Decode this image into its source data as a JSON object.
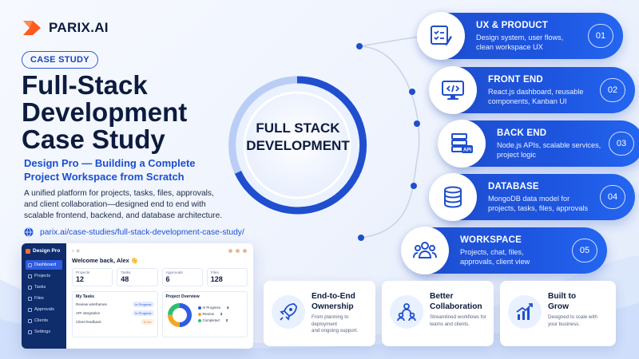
{
  "brand": {
    "name": "PARIX.AI"
  },
  "badge": "CASE STUDY",
  "headline": [
    "Full-Stack",
    "Development",
    "Case Study"
  ],
  "subheadline": [
    "Design Pro — Building a Complete",
    "Project Workspace from Scratch"
  ],
  "description": [
    "A unified platform for projects, tasks, files, approvals,",
    "and client collaboration—designed end to end with",
    "scalable frontend, backend, and database architecture."
  ],
  "link": "parix.ai/case-studies/full-stack-development-case-study/",
  "center": {
    "lines": [
      "FULL STACK",
      "DEVELOPMENT"
    ]
  },
  "cards": [
    {
      "title": "UX & PRODUCT",
      "desc": [
        "Design system, user flows,",
        "clean workspace UX"
      ],
      "num": "01",
      "icon": "ux-checklist-icon"
    },
    {
      "title": "FRONT END",
      "desc": [
        "React.js dashboard, reusable",
        "components, Kanban UI"
      ],
      "num": "02",
      "icon": "code-monitor-icon"
    },
    {
      "title": "BACK END",
      "desc": [
        "Node.js APIs, scalable services,",
        "project logic"
      ],
      "num": "03",
      "icon": "server-api-icon",
      "icon_label": "API"
    },
    {
      "title": "DATABASE",
      "desc": [
        "MongoDB data model for",
        "projects, tasks, files, approvals"
      ],
      "num": "04",
      "icon": "database-icon"
    },
    {
      "title": "WORKSPACE",
      "desc": [
        "Projects, chat, files,",
        "approvals, client view"
      ],
      "num": "05",
      "icon": "team-icon"
    }
  ],
  "features": [
    {
      "title": [
        "End-to-End",
        "Ownership"
      ],
      "desc": [
        "From planning to deployment",
        "and ongoing support."
      ],
      "icon": "rocket-icon"
    },
    {
      "title": [
        "Better",
        "Collaboration"
      ],
      "desc": [
        "Streamlined workflows for",
        "teams and clients."
      ],
      "icon": "collaboration-icon"
    },
    {
      "title": [
        "Built to",
        "Grow"
      ],
      "desc": [
        "Designed to scale with",
        "your business."
      ],
      "icon": "growth-chart-icon"
    }
  ],
  "dashboard": {
    "app_name": "Design Pro",
    "nav": [
      "Dashboard",
      "Projects",
      "Tasks",
      "Files",
      "Approvals",
      "Clients",
      "Settings"
    ],
    "welcome": "Welcome back, Alex 👋",
    "stats": [
      {
        "label": "Projects",
        "value": "12"
      },
      {
        "label": "Tasks",
        "value": "48"
      },
      {
        "label": "Approvals",
        "value": "6"
      },
      {
        "label": "Files",
        "value": "128"
      }
    ],
    "tasks_title": "My Tasks",
    "tasks": [
      {
        "name": "Review wireframes",
        "status": "In Progress"
      },
      {
        "name": "API integration",
        "status": "In Progress"
      },
      {
        "name": "Client feedback",
        "status": "To Do"
      }
    ],
    "overview_title": "Project Overview",
    "overview": [
      {
        "label": "In Progress",
        "value": "4",
        "color": "#2f5ce0"
      },
      {
        "label": "Review",
        "value": "2",
        "color": "#f5a623"
      },
      {
        "label": "Completed",
        "value": "2",
        "color": "#2fbf71"
      }
    ]
  },
  "colors": {
    "primary": "#1f4fcf",
    "accent": "#ff5a1f",
    "text": "#0c1b3f"
  }
}
